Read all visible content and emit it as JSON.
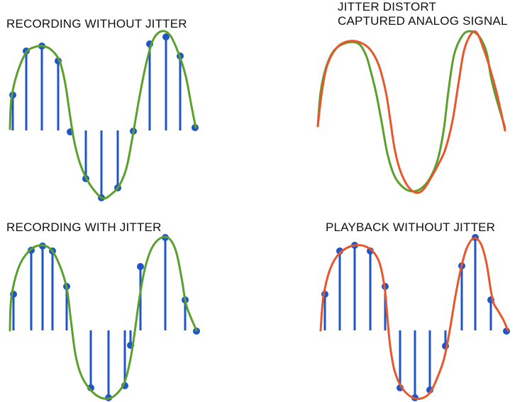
{
  "panels": {
    "recording_without_jitter": {
      "title": "RECORDING WITHOUT JITTER"
    },
    "jitter_distort": {
      "title_line1": "JITTER DISTORT",
      "title_line2": "CAPTURED ANALOG SIGNAL"
    },
    "recording_with_jitter": {
      "title": "RECORDING WITH JITTER"
    },
    "playback_without_jitter": {
      "title": "PLAYBACK WITHOUT JITTER"
    }
  },
  "colors": {
    "original_signal": "#5aa02c",
    "distorted_signal": "#e8572c",
    "sample_line": "#1f55c7",
    "sample_dot": "#1f55c7",
    "title_text": "#111111"
  }
}
